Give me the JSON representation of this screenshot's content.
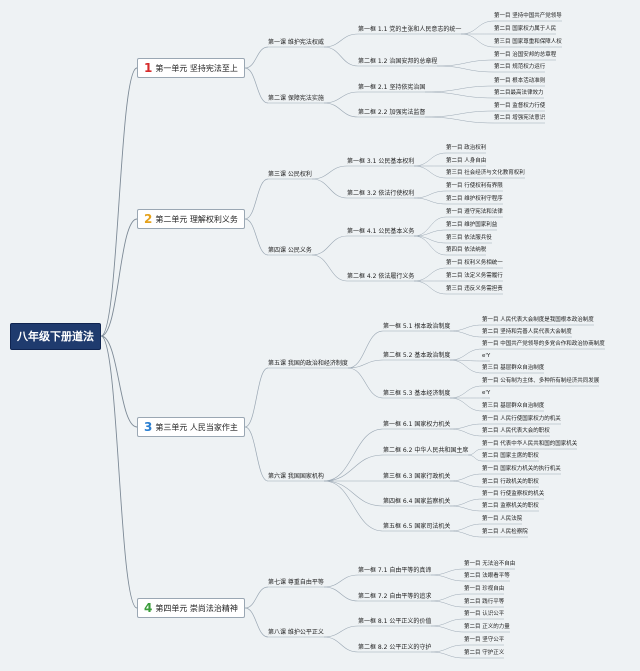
{
  "root": {
    "label": "八年级下册道法"
  },
  "units": [
    {
      "num": "1",
      "num_color": "#d62b2b",
      "label": "第一单元 坚持宪法至上",
      "lessons": [
        {
          "label": "第一课 维护宪法权威",
          "frames": [
            {
              "label": "第一框 1.1 党的主张和人民意志的统一",
              "items": [
                "第一目 坚持中国共产党领导",
                "第二目 国家权力属于人民",
                "第三目 国家尊重和保障人权"
              ]
            },
            {
              "label": "第二框 1.2 治国安邦的总章程",
              "items": [
                "第一目 治国安邦的总章程",
                "第二目 规范权力运行"
              ]
            }
          ]
        },
        {
          "label": "第二课 保障宪法实施",
          "frames": [
            {
              "label": "第一框 2.1 坚持依宪治国",
              "items": [
                "第一目 根本活动准则",
                "第二目最高法律效力"
              ]
            },
            {
              "label": "第二框 2.2 加强宪法监督",
              "items": [
                "第一目 监督权力行使",
                "第二目 增强宪法意识"
              ]
            }
          ]
        }
      ]
    },
    {
      "num": "2",
      "num_color": "#e5a21c",
      "label": "第二单元 理解权利义务",
      "lessons": [
        {
          "label": "第三课 公民权利",
          "frames": [
            {
              "label": "第一框 3.1 公民基本权利",
              "items": [
                "第一目 政治权利",
                "第二目 人身自由",
                "第三目 社会经济与文化教育权利"
              ]
            },
            {
              "label": "第二框 3.2 依法行使权利",
              "items": [
                "第一目 行使权利有界限",
                "第二目 维护权利守程序"
              ]
            }
          ]
        },
        {
          "label": "第四课 公民义务",
          "frames": [
            {
              "label": "第一框 4.1 公民基本义务",
              "items": [
                "第一目 遵守宪法和法律",
                "第二目 维护国家利益",
                "第三目 依法服兵役",
                "第四目 依法纳税"
              ]
            },
            {
              "label": "第二框 4.2 依法履行义务",
              "items": [
                "第一目 权利义务相统一",
                "第二目 法定义务需履行",
                "第三目 违反义务需担责"
              ]
            }
          ]
        }
      ]
    },
    {
      "num": "3",
      "num_color": "#2b7fd1",
      "label": "第三单元 人民当家作主",
      "lessons": [
        {
          "label": "第五课 我国的政治和经济制度",
          "frames": [
            {
              "label": "第一框 5.1 根本政治制度",
              "items": [
                "第一目 人民代表大会制度是我国根本政治制度",
                "第二目 坚持和完善人民代表大会制度"
              ]
            },
            {
              "label": "第二框 5.2 基本政治制度",
              "items": [
                "第一目 中国共产党领导的多党合作和政治协商制度",
                "e'Y",
                "第三目 基层群众自治制度"
              ]
            },
            {
              "label": "第三框 5.3 基本经济制度",
              "items": [
                "第一目 公有制为主体、多种所有制经济共同发展",
                "e'Y",
                "第三目 基层群众自治制度"
              ]
            }
          ]
        },
        {
          "label": "第六课 我国国家机构",
          "frames": [
            {
              "label": "第一框 6.1 国家权力机关",
              "items": [
                "第一目 人民行使国家权力的机关",
                "第二目 人民代表大会的职权"
              ]
            },
            {
              "label": "第二框 6.2 中华人民共和国主席",
              "items": [
                "第一目 代表中华人民共和国的国家机关",
                "第二目 国家主席的职权"
              ]
            },
            {
              "label": "第三框 6.3 国家行政机关",
              "items": [
                "第一目 国家权力机关的执行机关",
                "第二目 行政机关的职权"
              ]
            },
            {
              "label": "第四框 6.4 国家监察机关",
              "items": [
                "第一目 行使监察权的机关",
                "第二目 监察机关的职权"
              ]
            },
            {
              "label": "第五框 6.5 国家司法机关",
              "items": [
                "第一目 人民法院",
                "第二目 人民检察院"
              ]
            }
          ]
        }
      ]
    },
    {
      "num": "4",
      "num_color": "#3a9d3a",
      "label": "第四单元 崇尚法治精神",
      "lessons": [
        {
          "label": "第七课 尊重自由平等",
          "frames": [
            {
              "label": "第一框 7.1 自由平等的真谛",
              "items": [
                "第一目 无法治不自由",
                "第二目 法眼看平等"
              ]
            },
            {
              "label": "第二框 7.2 自由平等的追求",
              "items": [
                "第一目 珍视自由",
                "第二目 践行平等"
              ]
            }
          ]
        },
        {
          "label": "第八课 维护公平正义",
          "frames": [
            {
              "label": "第一框 8.1 公平正义的价值",
              "items": [
                "第一目 认识公平",
                "第二目 正义的力量"
              ]
            },
            {
              "label": "第二框 8.2 公平正义的守护",
              "items": [
                "第一目 坚守公平",
                "第二目 守护正义"
              ]
            }
          ]
        }
      ]
    }
  ]
}
